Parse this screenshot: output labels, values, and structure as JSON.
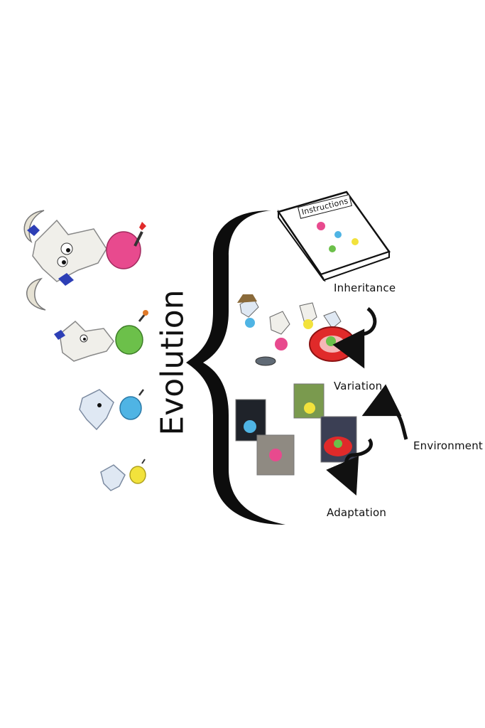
{
  "title": "Evolution",
  "book": {
    "cover_text": "Instructions"
  },
  "labels": {
    "inheritance": "Inheritance",
    "variation": "Variation",
    "environment": "Environment",
    "adaptation": "Adaptation"
  },
  "colors": {
    "ink": "#111111",
    "pink": "#e84a8e",
    "green": "#6cc04a",
    "blue": "#4fb4e4",
    "yellow": "#f2e23c",
    "red": "#e02a2a",
    "bow": "#2d3fb6",
    "body": "#eeeeea"
  },
  "icons": [
    "brace-icon",
    "book-icon",
    "arrow-icon",
    "cell-character-icon",
    "photo-icon"
  ]
}
